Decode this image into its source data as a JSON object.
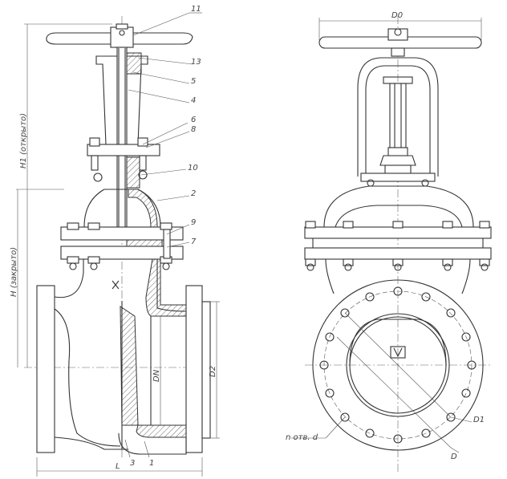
{
  "callouts": {
    "c11": "11",
    "c13": "13",
    "c5": "5",
    "c4": "4",
    "c6": "6",
    "c8": "8",
    "c10": "10",
    "c2": "2",
    "c9": "9",
    "c7": "7",
    "c3": "3",
    "c1": "1"
  },
  "dimensions": {
    "h1": "H1 (открыто)",
    "h": "H (закрыто)",
    "dn": "DN",
    "d2": "D2",
    "l": "L",
    "d0": "D0",
    "d1": "D1",
    "d": "D",
    "holes": "n отв. d"
  }
}
